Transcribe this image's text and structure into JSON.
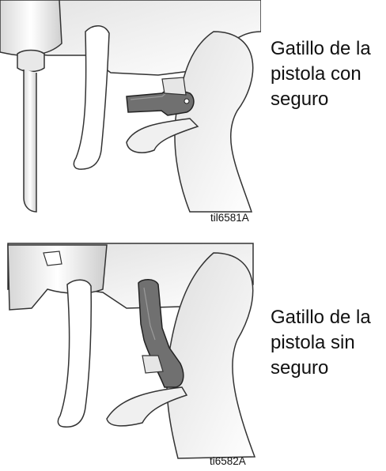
{
  "figures": [
    {
      "caption_lines": [
        "Gatillo de la",
        "pistola con",
        "seguro"
      ],
      "figure_code": "til6581A"
    },
    {
      "caption_lines": [
        "Gatillo de la",
        "pistola sin",
        "seguro"
      ],
      "figure_code": "ti6582A"
    }
  ],
  "colors": {
    "gun_body": "#f4f4f4",
    "outline": "#2a2a2a",
    "lock_lever": "#6f6f6f"
  }
}
